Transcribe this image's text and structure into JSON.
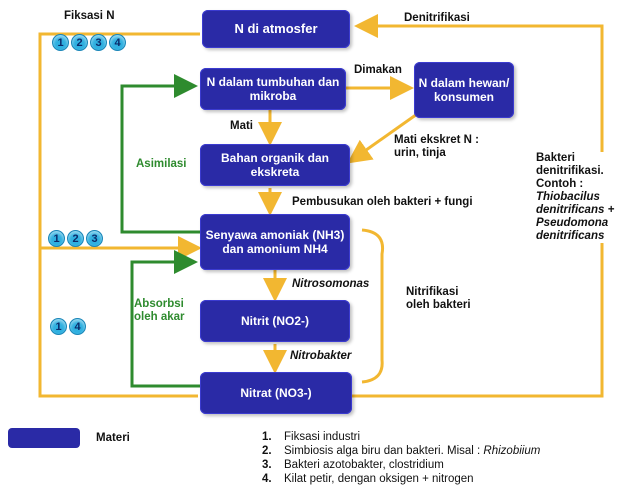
{
  "boxes": {
    "n_atmosfer": "N di atmosfer",
    "n_tumbuhan": "N dalam tumbuhan dan mikroba",
    "n_hewan": "N dalam hewan/ konsumen",
    "bahan_organik": "Bahan organik dan ekskreta",
    "amoniak": "Senyawa amoniak (NH3) dan amonium NH4",
    "nitrit": "Nitrit (NO2-)",
    "nitrat": "Nitrat (NO3-)"
  },
  "labels": {
    "fiksasi": "Fiksasi N",
    "denitrifikasi": "Denitrifikasi",
    "dimakan": "Dimakan",
    "mati": "Mati",
    "mati_ekskret": "Mati ekskret N : urin, tinja",
    "asimilasi": "Asimilasi",
    "pembusukan": "Pembusukan oleh bakteri + fungi",
    "nitrosomonas": "Nitrosomonas",
    "nitrobakter": "Nitrobakter",
    "nitrifikasi": "Nitrifikasi oleh bakteri",
    "absorbsi": "Absorbsi oleh akar",
    "bakteri_denit_1": "Bakteri denitrifikasi. Contoh :",
    "bakteri_denit_2": "Thiobacilus denitrificans +",
    "bakteri_denit_3": "Pseudomona denitrificans"
  },
  "bubbles": {
    "top": [
      "1",
      "2",
      "3",
      "4"
    ],
    "middle": [
      "1",
      "2",
      "3"
    ],
    "lower": [
      "1",
      "4"
    ]
  },
  "legend": {
    "materi": "Materi"
  },
  "notes": [
    {
      "num": "1.",
      "text": "Fiksasi industri"
    },
    {
      "num": "2.",
      "text": "Simbiosis alga biru dan bakteri. Misal : ",
      "italic": "Rhizobiium"
    },
    {
      "num": "3.",
      "text": "Bakteri azotobakter, clostridium"
    },
    {
      "num": "4.",
      "text": "Kilat petir, dengan oksigen + nitrogen"
    }
  ],
  "colors": {
    "box": "#2a2aa6",
    "arrow_yellow": "#f2b731",
    "arrow_green": "#2e8b2e",
    "bubble": "#2fb0e0"
  }
}
